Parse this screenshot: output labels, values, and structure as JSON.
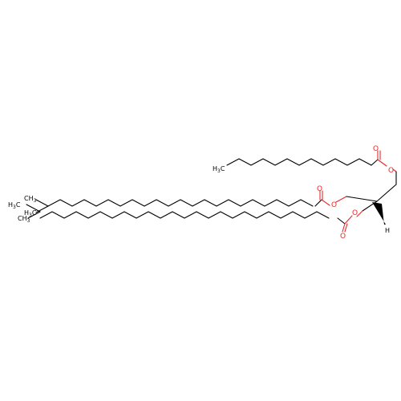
{
  "atoms": {
    "oxygen": "O",
    "hydrogen": "H",
    "methyl_main": "CH",
    "methyl_sub": "3",
    "methylene_prefix": "H",
    "methylene_sub": "3",
    "methylene_suffix": "C"
  },
  "colors": {
    "bond": "#000000",
    "oxygen": "#e8282a",
    "background": "#ffffff"
  }
}
